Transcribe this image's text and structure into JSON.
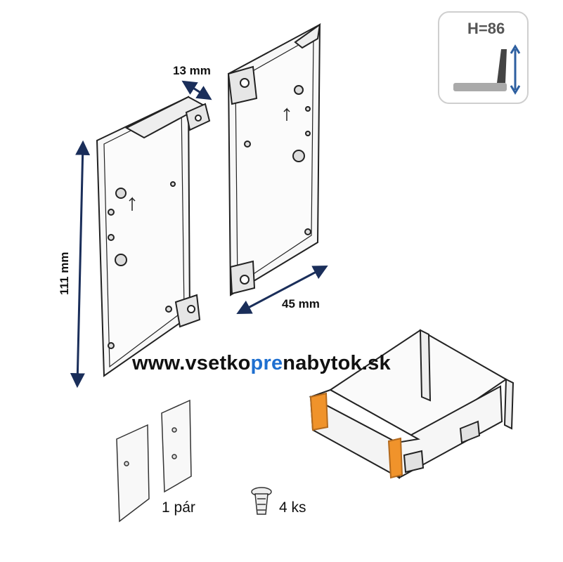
{
  "dimensions": {
    "width_label": "13 mm",
    "depth_label": "45 mm",
    "height_label": "111 mm"
  },
  "badge": {
    "height_text": "H=86"
  },
  "website": {
    "prefix": "www.vsetko",
    "highlight": "pre",
    "suffix": "nabytok.sk"
  },
  "package": {
    "pair_label": "1 pár",
    "screws_label": "4 ks"
  },
  "colors": {
    "arrow": "#1a2e5a",
    "accent": "#f0932b",
    "brand_blue": "#1e6fd0",
    "line": "#222222"
  }
}
